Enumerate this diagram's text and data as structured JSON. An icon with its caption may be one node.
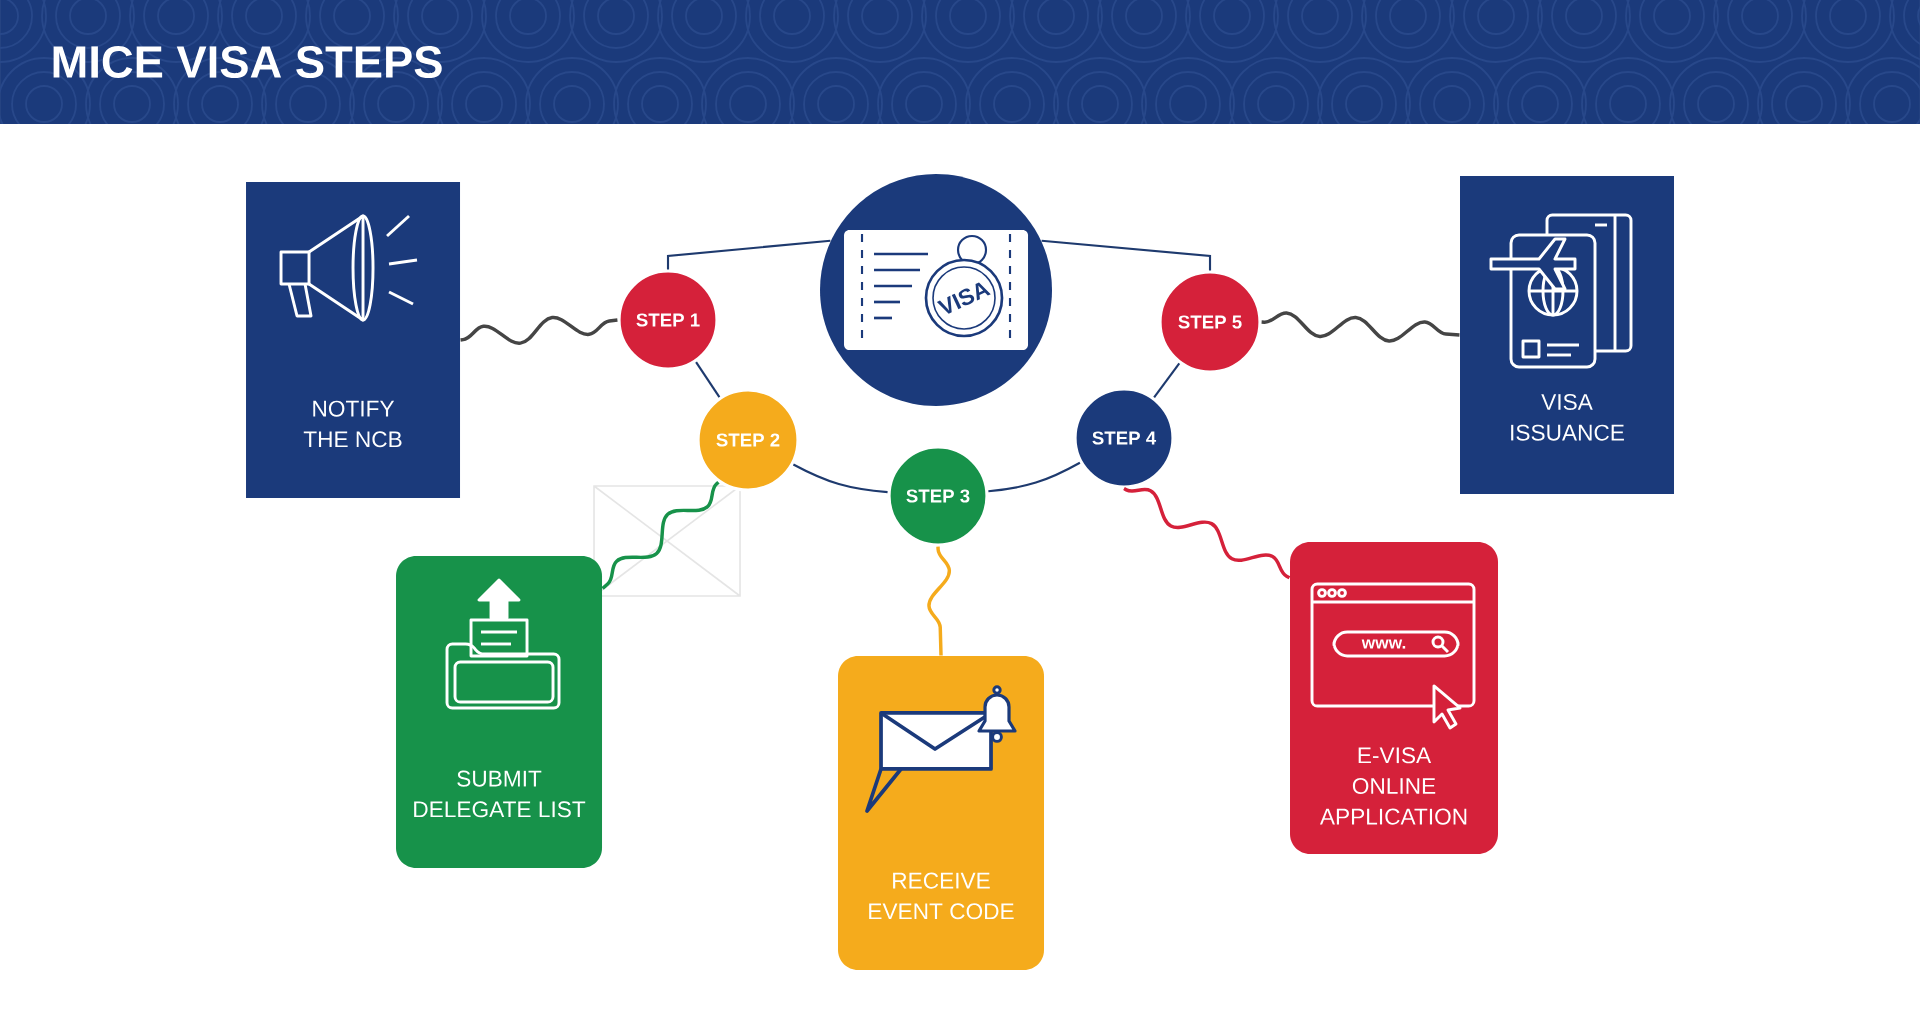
{
  "diagram": {
    "title": "MICE VISA STEPS",
    "nodes": [
      {
        "text": [
          "NOTIFY THE NCB"
        ]
      },
      {
        "text": [
          "VISA"
        ]
      },
      {
        "text": [
          "VISA ISSUANCE"
        ]
      },
      {
        "text": [
          "STEP 1"
        ]
      },
      {
        "text": [
          "STEP 2"
        ]
      },
      {
        "text": [
          "STEP 3"
        ]
      },
      {
        "text": [
          "STEP 4"
        ]
      },
      {
        "text": [
          "STEP 5"
        ]
      },
      {
        "text": [
          "SUBMIT DELEGATE LIST"
        ]
      },
      {
        "text": [
          "RECEIVE EVENT CODE"
        ]
      },
      {
        "text": [
          "E-VISA ONLINE APPLICATION"
        ]
      }
    ],
    "edges": [
      {
        "from": 0,
        "to": 3,
        "arrow": "none",
        "color": "#454545"
      },
      {
        "from": 3,
        "to": 1,
        "arrow": "none"
      },
      {
        "from": 1,
        "to": 7,
        "arrow": "none"
      },
      {
        "from": 3,
        "to": 4,
        "arrow": "none"
      },
      {
        "from": 4,
        "to": 5,
        "arrow": "none"
      },
      {
        "from": 5,
        "to": 6,
        "arrow": "none"
      },
      {
        "from": 6,
        "to": 7,
        "arrow": "none"
      },
      {
        "from": 4,
        "to": 8,
        "arrow": "none",
        "color": "#17924a"
      },
      {
        "from": 5,
        "to": 9,
        "arrow": "none",
        "color": "#f5ab1c"
      },
      {
        "from": 6,
        "to": 10,
        "arrow": "none",
        "color": "#d5213a"
      },
      {
        "from": 7,
        "to": 2,
        "arrow": "none",
        "color": "#454545"
      }
    ],
    "labels": [
      "www."
    ]
  }
}
